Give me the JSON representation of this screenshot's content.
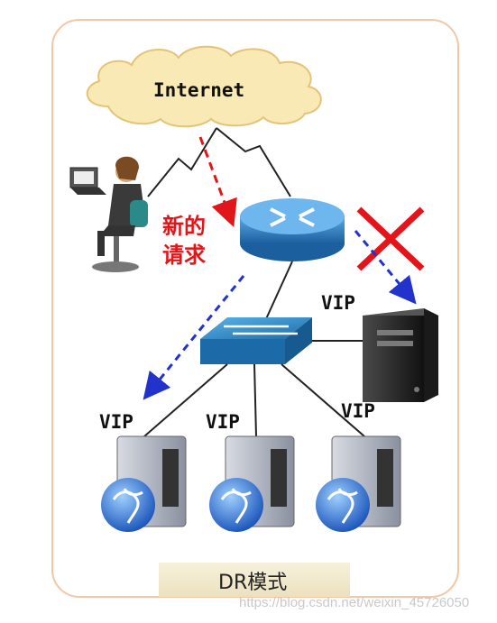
{
  "diagram": {
    "cloud_label": "Internet",
    "request_label_line1": "新的",
    "request_label_line2": "请求",
    "vip_labels": [
      "VIP",
      "VIP",
      "VIP",
      "VIP"
    ],
    "caption": "DR模式",
    "watermark": "https://blog.csdn.net/weixin_45726050"
  },
  "colors": {
    "frame_border": "#f3c7a6",
    "cloud_fill": "#f8e9b5",
    "cloud_stroke": "#e3c477",
    "router_blue": "#2f7fc0",
    "red_arrow": "#e0161b",
    "blue_arrow": "#2233cc",
    "cross_red": "#e4141a",
    "server_dark": "#2a2a2a",
    "globe_blue": "#1f63c8"
  },
  "icons": [
    "person-at-laptop-icon",
    "router-icon",
    "switch-icon",
    "server-icon",
    "web-server-icon"
  ]
}
